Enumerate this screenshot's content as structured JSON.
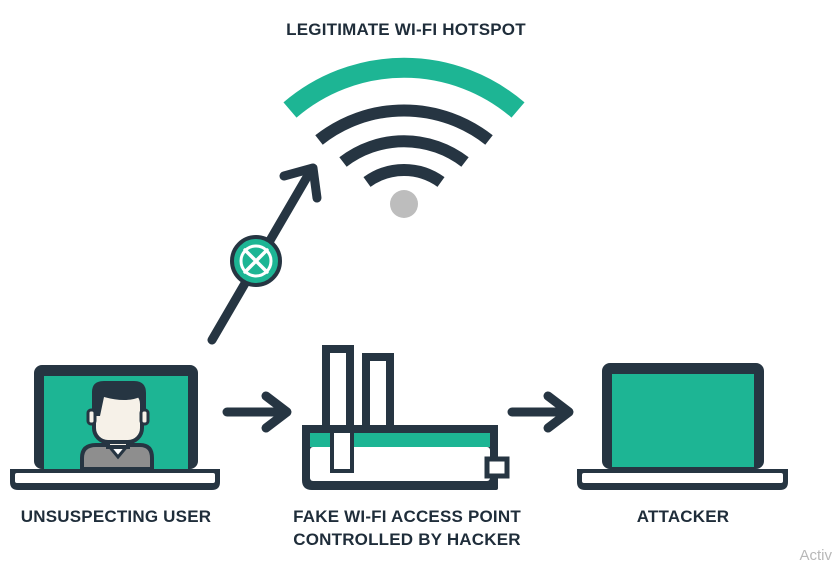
{
  "labels": {
    "hotspot": "LEGITIMATE WI-FI HOTSPOT",
    "user": "UNSUSPECTING USER",
    "fake_ap_line1": "FAKE WI-FI ACCESS POINT",
    "fake_ap_line2": "CONTROLLED BY HACKER",
    "attacker": "ATTACKER"
  },
  "watermark": "Activ",
  "colors": {
    "accent": "#1db594",
    "dark": "#263542",
    "gray": "#bdbdbd",
    "skin": "#f6f1e8",
    "shirt": "#8e8e8e",
    "background": "#ffffff"
  },
  "icons": {
    "wifi": "wifi-signal-icon",
    "blocked": "blocked-x-icon",
    "user_laptop": "laptop-with-user-icon",
    "router": "router-icon",
    "attacker_laptop": "laptop-icon"
  }
}
